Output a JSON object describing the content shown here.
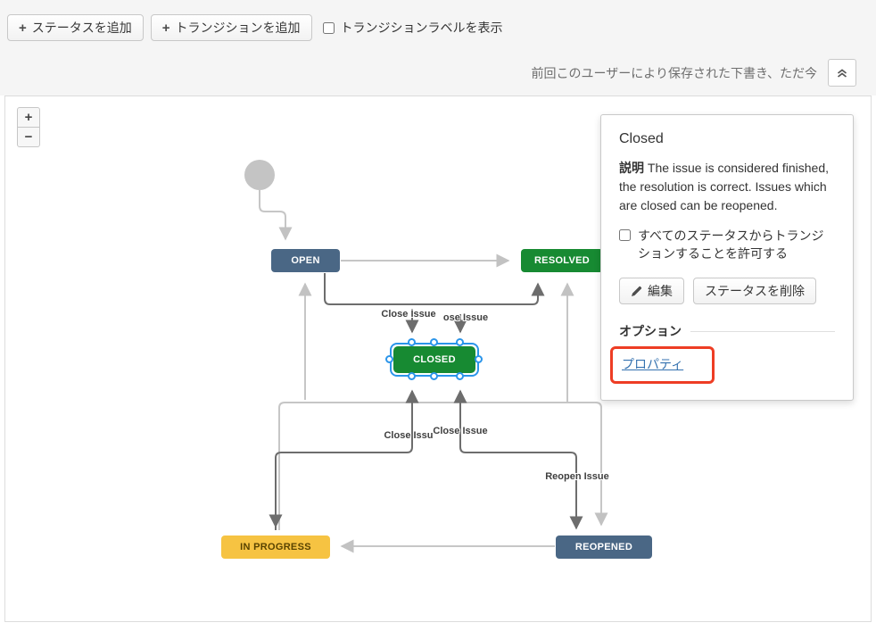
{
  "toolbar": {
    "plus": "+",
    "add_status_label": "ステータスを追加",
    "add_transition_label": "トランジションを追加",
    "show_transition_labels": "トランジションラベルを表示"
  },
  "statusbar": {
    "save_message": "前回このユーザーにより保存された下書き、ただ今"
  },
  "zoom_controls": {
    "zoom_in": "+",
    "zoom_out": "−"
  },
  "diagram": {
    "nodes": {
      "open": {
        "label": "OPEN",
        "color": "#4a6785"
      },
      "resolved": {
        "label": "RESOLVED",
        "color": "#178a32"
      },
      "closed": {
        "label": "CLOSED",
        "color": "#178a32",
        "selected": true
      },
      "in_progress": {
        "label": "IN PROGRESS",
        "color": "#f6c342"
      },
      "reopened": {
        "label": "REOPENED",
        "color": "#4a6785"
      }
    },
    "edge_labels": {
      "close_issue_top_left": "Close Issue",
      "close_issue_top_right": "ose Issue",
      "close_issue_bottom_left": "Close Issu",
      "close_issue_bottom_right": "Close Issue",
      "reopen_issue": "Reopen Issue"
    }
  },
  "panel": {
    "title": "Closed",
    "description_label": "説明",
    "description_text": "The issue is considered finished, the resolution is correct. Issues which are closed can be reopened.",
    "allow_all_label": "すべてのステータスからトランジションすることを許可する",
    "edit_label": "編集",
    "delete_label": "ステータスを削除",
    "options_heading": "オプション",
    "properties_label": "プロパティ"
  },
  "colors": {
    "node_blue": "#4a6785",
    "node_green": "#178a32",
    "node_yellow": "#f6c342",
    "selection_blue": "#2b95ea",
    "annotation_red": "#ee3d24",
    "link_blue": "#3572b0",
    "edge_light": "#c6c6c6",
    "edge_dark": "#6d6d6d"
  }
}
